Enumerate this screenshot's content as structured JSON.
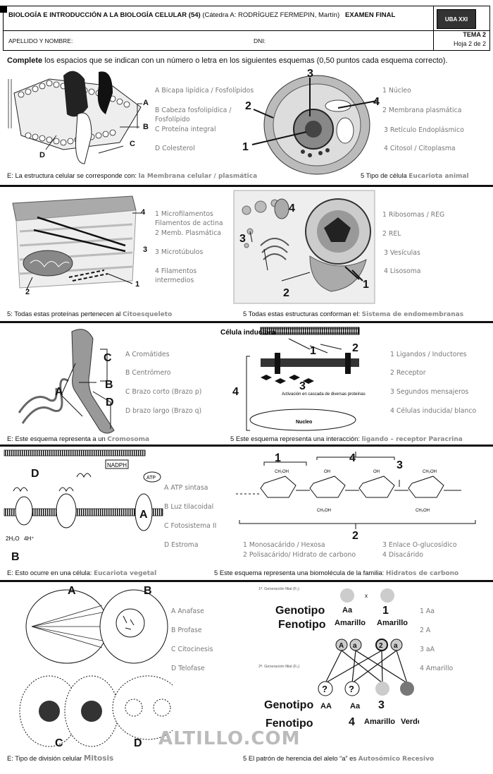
{
  "header": {
    "title_bold": "BIOLOGÍA E INTRODUCCIÓN A LA BIOLOGÍA CELULAR (54)",
    "title_rest": " (Cátedra A: RODRÍGUEZ FERMEPIN, Martín)",
    "exam": "EXAMEN FINAL",
    "logo": "UBA XXI",
    "name_label": "APELLIDO Y NOMBRE:",
    "dni_label": "DNI:",
    "tema": "TEMA 2",
    "hoja": "Hoja 2 de 2"
  },
  "instructions": {
    "bold": "Complete",
    "text": " los espacios que se indican con un número o letra en los siguientes esquemas (0,50 puntos cada esquema correcto)."
  },
  "sections": [
    {
      "left": {
        "options": [
          "A Bicapa lipídica / Fosfolípidos",
          "B Cabeza fosfolipídica / Fosfolípido",
          "C Proteína integral",
          "D Colesterol"
        ],
        "figure_labels": [
          "A",
          "B",
          "C",
          "D"
        ],
        "caption_q": "E: La estructura celular se corresponde con: ",
        "caption_a": "la Membrana celular / plasmática"
      },
      "right": {
        "options": [
          "1 Núcleo",
          "2 Membrana plasmática",
          "3 Retículo Endoplásmico",
          "4 Citosol / Citoplasma"
        ],
        "figure_labels": [
          "1",
          "2",
          "3",
          "4"
        ],
        "caption_q": "5 Tipo de célula ",
        "caption_a": "Eucariota animal"
      }
    },
    {
      "left": {
        "options": [
          "1 Microfilamentos Filamentos de actina",
          "2 Memb. Plasmática",
          "3 Microtúbulos",
          "4 Filamentos intermedios"
        ],
        "figure_labels": [
          "1",
          "2",
          "3",
          "4"
        ],
        "caption_q": "5: Todas estas proteínas pertenecen al ",
        "caption_a": "Citoesqueleto"
      },
      "right": {
        "options": [
          "1 Ribosomas / REG",
          "2 REL",
          "3 Vesículas",
          "4 Lisosoma"
        ],
        "figure_labels": [
          "1",
          "2",
          "3",
          "4"
        ],
        "caption_q": "5 Todas estas estructuras conforman el: ",
        "caption_a": "Sistema de endomembranas"
      }
    },
    {
      "left": {
        "options": [
          "A Cromátides",
          "B Centrómero",
          "C Brazo corto (Brazo p)",
          "D brazo largo (Brazo q)"
        ],
        "figure_labels": [
          "A",
          "B",
          "C",
          "D"
        ],
        "caption_q": "E: Este esquema representa a un ",
        "caption_a": "Cromosoma"
      },
      "right": {
        "options": [
          "1 Ligandos / Inductores",
          "2 Receptor",
          "3 Segundos mensajeros",
          "4 Células inducida/ blanco"
        ],
        "figure_labels": [
          "1",
          "2",
          "3",
          "4"
        ],
        "figure_text": [
          "Célula inductora",
          "Activación en cascada de diversas proteínas",
          "Nucleo"
        ],
        "caption_q": "5 Este esquema representa una interacción: ",
        "caption_a": "ligando – receptor Paracrina"
      }
    },
    {
      "left": {
        "options": [
          "A ATP sintasa",
          "B Luz tilacoidal",
          "C Fotosistema II",
          "D Estroma"
        ],
        "figure_labels": [
          "A",
          "B",
          "D"
        ],
        "figure_text": [
          "NADPH",
          "ATP",
          "2H₂O",
          "4H⁺"
        ],
        "caption_q": "E: Esto ocurre en una célula: ",
        "caption_a": "Eucariota vegetal"
      },
      "right": {
        "options": [
          "1 Monosacárido / Hexosa",
          "2 Polisacárido/ Hidrato de carbono",
          "3 Enlace O-glucosídico",
          "4 Disacárido"
        ],
        "figure_labels": [
          "1",
          "2",
          "3",
          "4"
        ],
        "caption_q": "5 Este esquema representa una biomolécula de la familia: ",
        "caption_a": "Hidratos de carbono"
      }
    },
    {
      "left": {
        "options": [
          "A Anafase",
          "B Profase",
          "C Citocinesis",
          "D Telofase"
        ],
        "figure_labels": [
          "A",
          "B",
          "C",
          "D"
        ],
        "caption_q": "E: Tipo de división celular ",
        "caption_a": "Mitosis"
      },
      "right": {
        "options": [
          "1 Aa",
          "2 A",
          "3 aA",
          "4 Amarillo"
        ],
        "figure_text": {
          "gen1": "1ª. Generación filial (F₁)",
          "gen2": "2ª. Generación filial (F₂)",
          "genotipo": "Genotipo",
          "fenotipo": "Fenotipo",
          "aa_top": "Aa",
          "amarillo": "Amarillo",
          "x": "x",
          "one": "1",
          "A": "A",
          "a": "a",
          "two": "2",
          "q": "?",
          "AA": "AA",
          "Aa": "Aa",
          "three": "3",
          "four": "4",
          "verde": "Verde"
        },
        "caption_q": "5 El patrón de herencia del alelo “a” es ",
        "caption_a": "Autosómico Recesivo"
      }
    }
  ],
  "watermark": "ALTILLO.COM"
}
